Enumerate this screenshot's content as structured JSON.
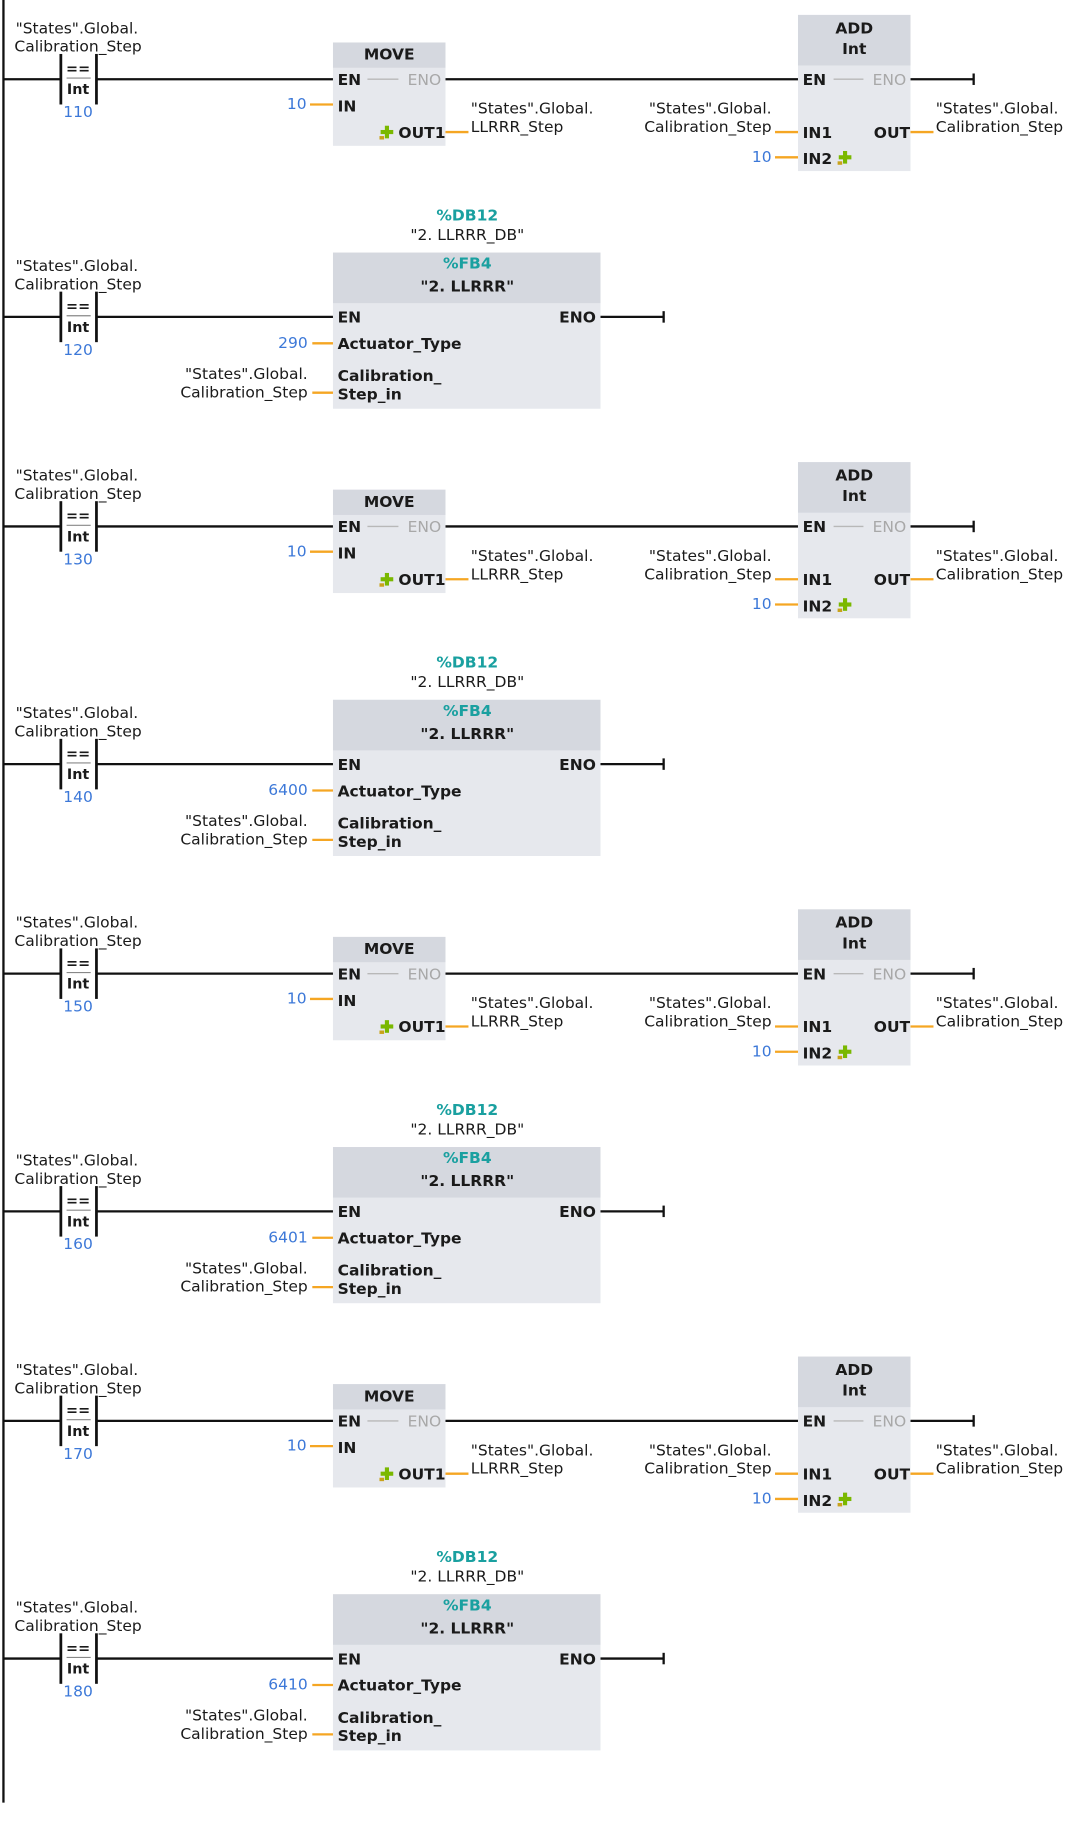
{
  "rail_text": {
    "operand_line1": "\"States\".Global.",
    "operand_line2": "Calibration_Step"
  },
  "comparator": {
    "operator": "==",
    "type": "Int"
  },
  "move": {
    "title": "MOVE",
    "en": "EN",
    "eno": "ENO",
    "in": "IN",
    "out": "OUT1",
    "in_value": "10",
    "out_line1": "\"States\".Global.",
    "out_line2": "LLRRR_Step"
  },
  "add": {
    "title": "ADD",
    "type": "Int",
    "en": "EN",
    "eno": "ENO",
    "in1": "IN1",
    "in2": "IN2",
    "out": "OUT",
    "in1_line1": "\"States\".Global.",
    "in1_line2": "Calibration_Step",
    "in2_value": "10",
    "out_line1": "\"States\".Global.",
    "out_line2": "Calibration_Step"
  },
  "fb": {
    "db_addr": "%DB12",
    "db_name": "\"2. LLRRR_DB\"",
    "fb_addr": "%FB4",
    "fb_name": "\"2. LLRRR\"",
    "en": "EN",
    "eno": "ENO",
    "actuator_pin": "Actuator_Type",
    "calib_pin_line1": "Calibration_",
    "calib_pin_line2": "Step_in",
    "calib_line1": "\"States\".Global.",
    "calib_line2": "Calibration_Step"
  },
  "colors": {
    "wire": "#111111",
    "pin_wire": "#f5a623",
    "value_blue": "#3c78d8",
    "teal": "#1aa0a0",
    "block_body": "#e6e8ed",
    "block_header": "#d5d8df",
    "eno_gray": "#a8a8a8",
    "add_icon": "#7ab800"
  },
  "networks": [
    {
      "kind": "move_add",
      "compare_value": "110"
    },
    {
      "kind": "fb",
      "compare_value": "120",
      "actuator_value": "290"
    },
    {
      "kind": "move_add",
      "compare_value": "130"
    },
    {
      "kind": "fb",
      "compare_value": "140",
      "actuator_value": "6400"
    },
    {
      "kind": "move_add",
      "compare_value": "150"
    },
    {
      "kind": "fb",
      "compare_value": "160",
      "actuator_value": "6401"
    },
    {
      "kind": "move_add",
      "compare_value": "170"
    },
    {
      "kind": "fb",
      "compare_value": "180",
      "actuator_value": "6410"
    }
  ]
}
